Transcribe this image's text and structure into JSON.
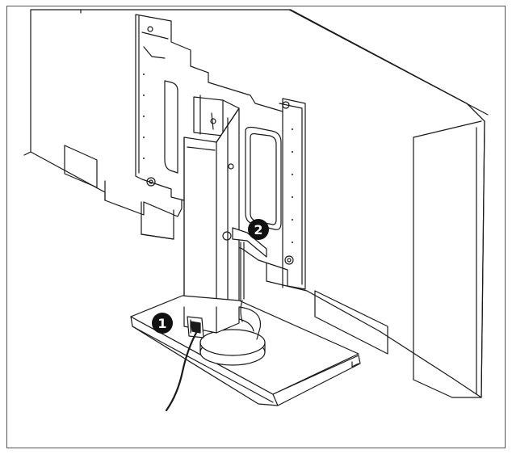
{
  "callouts": [
    {
      "id": "1",
      "label": "1"
    },
    {
      "id": "2",
      "label": "2"
    }
  ],
  "colors": {
    "line": "#1a1a1a",
    "fill": "#ffffff",
    "frame": "#555555",
    "callout_bg": "#111111",
    "callout_text": "#ffffff"
  }
}
